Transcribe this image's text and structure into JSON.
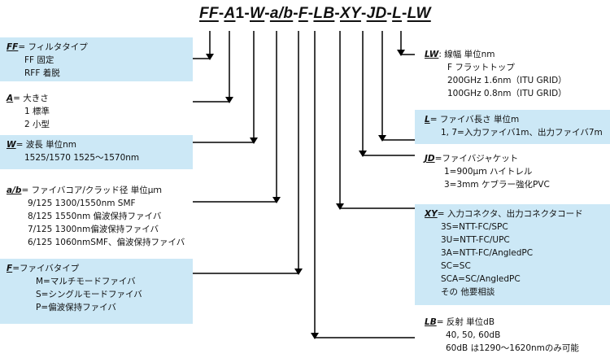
{
  "code": {
    "parts": [
      {
        "text": "FF",
        "style": "seg"
      },
      {
        "text": "-",
        "style": "dash"
      },
      {
        "text": "A",
        "style": "seg"
      },
      {
        "text": "1",
        "style": "plain"
      },
      {
        "text": "-",
        "style": "dash"
      },
      {
        "text": "W",
        "style": "seg"
      },
      {
        "text": "-",
        "style": "dash"
      },
      {
        "text": "a/b",
        "style": "seg"
      },
      {
        "text": "-",
        "style": "dash"
      },
      {
        "text": "F",
        "style": "seg"
      },
      {
        "text": "-",
        "style": "dash"
      },
      {
        "text": "LB",
        "style": "seg"
      },
      {
        "text": "-",
        "style": "dash"
      },
      {
        "text": "XY",
        "style": "seg"
      },
      {
        "text": "-",
        "style": "dash"
      },
      {
        "text": "JD",
        "style": "seg"
      },
      {
        "text": "-",
        "style": "dash"
      },
      {
        "text": "L",
        "style": "seg"
      },
      {
        "text": "-",
        "style": "dash"
      },
      {
        "text": "LW",
        "style": "seg"
      }
    ]
  },
  "ff": {
    "key": "FF",
    "title": "= フィルタタイプ",
    "lines": [
      "FF 固定",
      "RFF 着脱"
    ]
  },
  "a": {
    "key": "A",
    "title": "= 大きさ",
    "lines": [
      "1 標準",
      "2 小型"
    ]
  },
  "w": {
    "key": "W",
    "title": "= 波長  単位nm",
    "lines": [
      "1525/1570 1525～1570nm"
    ]
  },
  "ab": {
    "key": "a/b",
    "title": "= ファイバコア/クラッド径  単位μｍ",
    "lines": [
      "9/125  1300/1550nm SMF",
      "8/125  1550nm 偏波保持ファイバ",
      "7/125  1300nm偏波保持ファイバ",
      "6/125  1060nmSMF、偏波保持ファイバ"
    ]
  },
  "f": {
    "key": "F",
    "title": "=ファイバタイプ",
    "lines": [
      "M=マルチモードファイバ",
      "S=シングルモードファイバ",
      "P=偏波保持ファイバ"
    ]
  },
  "lw": {
    "key": "LW",
    "title": ": 線幅  単位nm",
    "lines": [
      "F フラットトップ",
      "200GHz  1.6nm（ITU GRID）",
      "100GHz  0.8nm（ITU GRID）"
    ]
  },
  "l": {
    "key": "L",
    "title": "= ファイバ長さ  単位m",
    "lines": [
      "1, 7=入力ファイバ1m、出力ファイバ7m"
    ]
  },
  "jd": {
    "key": "JD",
    "title": "=ファイバジャケット",
    "lines": [
      "1=900μｍ ハイトレル",
      "3=3mm ケブラー強化PVC"
    ]
  },
  "xy": {
    "key": "XY",
    "title": "= 入力コネクタ、出力コネクタコード",
    "lines": [
      "3S=NTT-FC/SPC",
      "3U=NTT-FC/UPC",
      "3A=NTT-FC/AngledPC",
      "SC=SC",
      "SCA=SC/AngledPC",
      "その 他要相談"
    ]
  },
  "lb": {
    "key": "LB",
    "title": "= 反射  単位dB",
    "lines": [
      "40, 50, 60dB",
      "60dB は1290～1620nmのみ可能"
    ]
  },
  "colors": {
    "box_fill": "#cce8f6",
    "line": "#000000"
  }
}
